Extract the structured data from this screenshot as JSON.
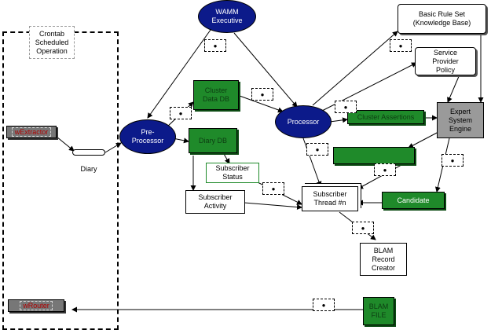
{
  "crontab": {
    "label": "Crontab\nScheduled\nOperation"
  },
  "wamm": {
    "label": "WAMM\nExecutive"
  },
  "basic_rule_set": {
    "label": "Basic Rule Set\n(Knowledge Base)"
  },
  "service_provider_policy": {
    "label": "Service\nProvider\nPolicy"
  },
  "cluster_data_db": {
    "label": "Cluster\nData DB"
  },
  "processor": {
    "label": "Processor"
  },
  "cluster_assertions": {
    "label": "Cluster Assertions"
  },
  "expert_system_engine": {
    "label": "Expert\nSystem\nEngine"
  },
  "wextractor": {
    "label": "wExtractor"
  },
  "pre_processor": {
    "label": "Pre-\nProcessor"
  },
  "diary_db": {
    "label": "Diary DB"
  },
  "diary": {
    "label": "Diary"
  },
  "subscriber_status": {
    "label": "Subscriber\nStatus"
  },
  "subscriber_activity": {
    "label": "Subscriber\nActivity"
  },
  "subscriber_thread": {
    "label": "Subscriber\nThread #n"
  },
  "candidate": {
    "label": "Candidate"
  },
  "blam_record_creator": {
    "label": "BLAM\nRecord\nCreator"
  },
  "blam_file": {
    "label": "BLAM\nFILE"
  },
  "wrouter": {
    "label": "wRouter"
  },
  "colors": {
    "ellipse": "#0c1a8a",
    "green_box": "#1f8a2a",
    "engine": "#9a9a9a",
    "io_box": "#777777",
    "io_text": "#b00000"
  }
}
